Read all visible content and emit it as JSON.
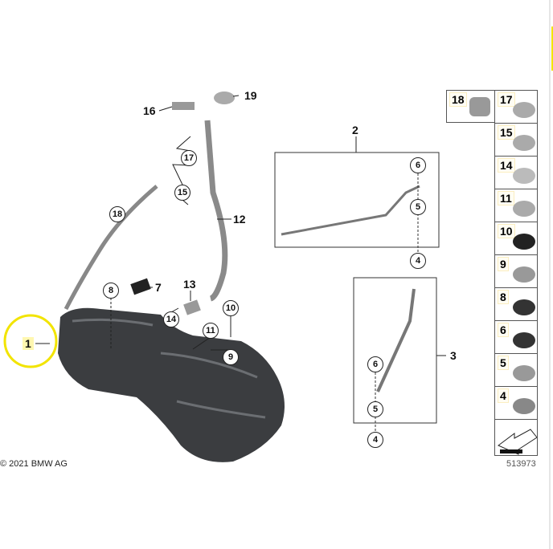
{
  "diagram_number": "513973",
  "copyright": "© 2021 BMW AG",
  "highlight_color": "#f2e400",
  "callouts": {
    "c1": "1",
    "c2": "2",
    "c3": "3",
    "c7": "7",
    "c12": "12",
    "c13": "13",
    "c16": "16",
    "c19": "19"
  },
  "circled": {
    "c17": "17",
    "c15": "15",
    "c18": "18",
    "c8": "8",
    "c14": "14",
    "c10": "10",
    "c11": "11",
    "c9": "9",
    "b2_6": "6",
    "b2_5": "5",
    "b2_4": "4",
    "b3_6": "6",
    "b3_5": "5",
    "b3_4": "4"
  },
  "parts_column": [
    "17",
    "15",
    "14",
    "11",
    "10",
    "9",
    "8",
    "6",
    "5",
    "4"
  ],
  "part_18": "18"
}
